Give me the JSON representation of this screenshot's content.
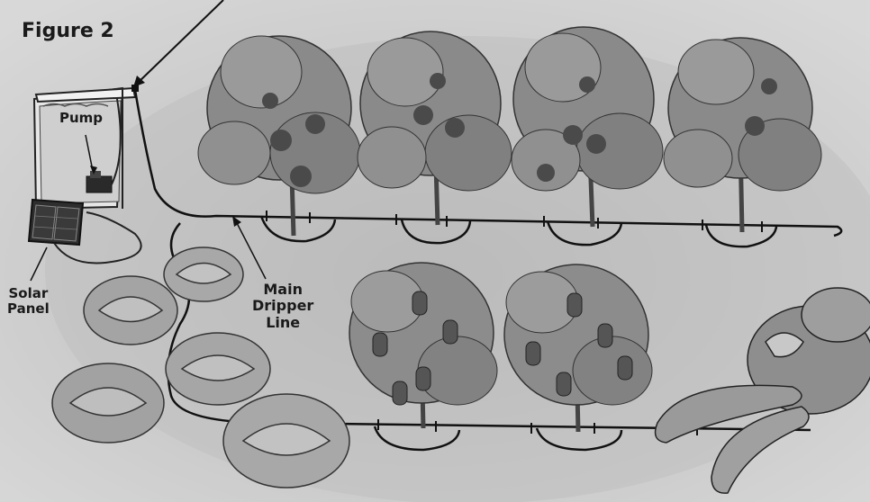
{
  "figure": {
    "title": "Figure 2",
    "labels": {
      "pump": "Pump",
      "solar_panel": "Solar\nPanel",
      "main_dripper_line": "Main\nDripper\nLine"
    }
  },
  "colors": {
    "background": "#c9c9c9",
    "ink": "#1a1a1a",
    "foliage": "#7a7a7a",
    "fruit": "#5a5a5a"
  },
  "plants": {
    "tomatoes": 4,
    "peppers": 2,
    "lettuces": 5,
    "zucchini": 2
  }
}
